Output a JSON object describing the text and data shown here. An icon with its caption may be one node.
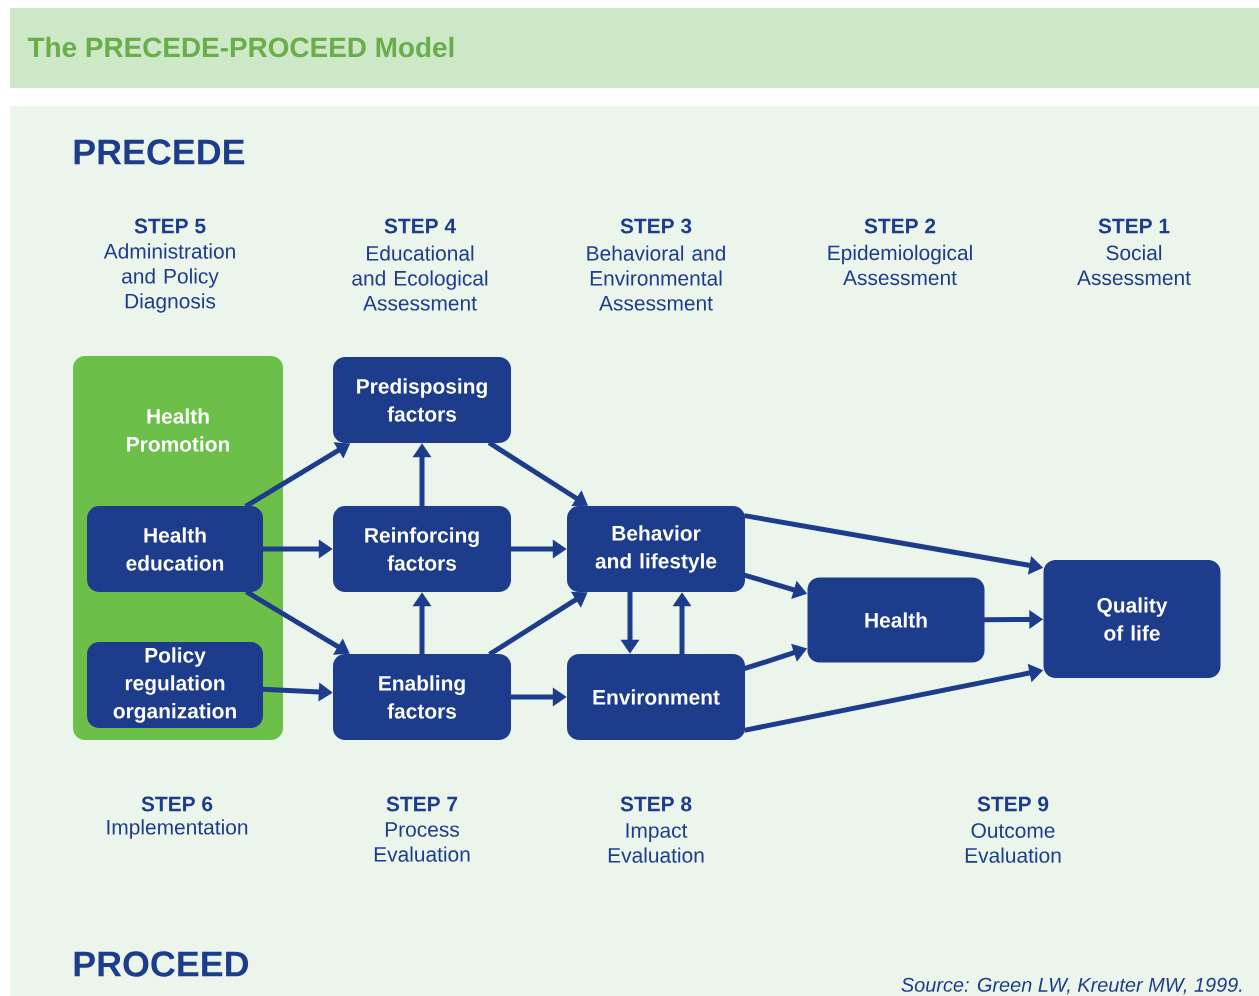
{
  "diagram": {
    "title": "The PRECEDE-PROCEED Model",
    "nodes": [
      {
        "text": [
          "Health Promotion"
        ]
      },
      {
        "text": [
          "Health education"
        ],
        "in": 0
      },
      {
        "text": [
          "Policy regulation organization"
        ],
        "in": 0
      },
      {
        "text": [
          "Predisposing factors"
        ]
      },
      {
        "text": [
          "Reinforcing factors"
        ]
      },
      {
        "text": [
          "Enabling factors"
        ]
      },
      {
        "text": [
          "Behavior and lifestyle"
        ]
      },
      {
        "text": [
          "Environment"
        ]
      },
      {
        "text": [
          "Health"
        ]
      },
      {
        "text": [
          "Quality of life"
        ]
      }
    ],
    "edges": [
      {
        "from": 1,
        "to": 3,
        "arrow": "to"
      },
      {
        "from": 1,
        "to": 4,
        "arrow": "to"
      },
      {
        "from": 1,
        "to": 5,
        "arrow": "to"
      },
      {
        "from": 2,
        "to": 5,
        "arrow": "to"
      },
      {
        "from": 4,
        "to": 3,
        "arrow": "to"
      },
      {
        "from": 5,
        "to": 4,
        "arrow": "to"
      },
      {
        "from": 3,
        "to": 6,
        "arrow": "to"
      },
      {
        "from": 4,
        "to": 6,
        "arrow": "to"
      },
      {
        "from": 5,
        "to": 6,
        "arrow": "to"
      },
      {
        "from": 5,
        "to": 7,
        "arrow": "to"
      },
      {
        "from": 6,
        "to": 7,
        "arrow": "to"
      },
      {
        "from": 7,
        "to": 6,
        "arrow": "to"
      },
      {
        "from": 6,
        "to": 8,
        "arrow": "to"
      },
      {
        "from": 7,
        "to": 8,
        "arrow": "to"
      },
      {
        "from": 8,
        "to": 9,
        "arrow": "to"
      },
      {
        "from": 6,
        "to": 9,
        "arrow": "to"
      },
      {
        "from": 7,
        "to": 9,
        "arrow": "to"
      }
    ],
    "labels": [
      "PRECEDE",
      "STEP 5",
      "Administration and Policy Diagnosis",
      "STEP 4",
      "Educational and Ecological Assessment",
      "STEP 3",
      "Behavioral and Environmental Assessment",
      "STEP 2",
      "Epidemiological Assessment",
      "STEP 1",
      "Social Assessment",
      "STEP 6",
      "Implementation",
      "STEP 7",
      "Process Evaluation",
      "STEP 8",
      "Impact Evaluation",
      "STEP 9",
      "Outcome Evaluation",
      "PROCEED",
      "Source: Green LW, Kreuter MW, 1999."
    ]
  }
}
